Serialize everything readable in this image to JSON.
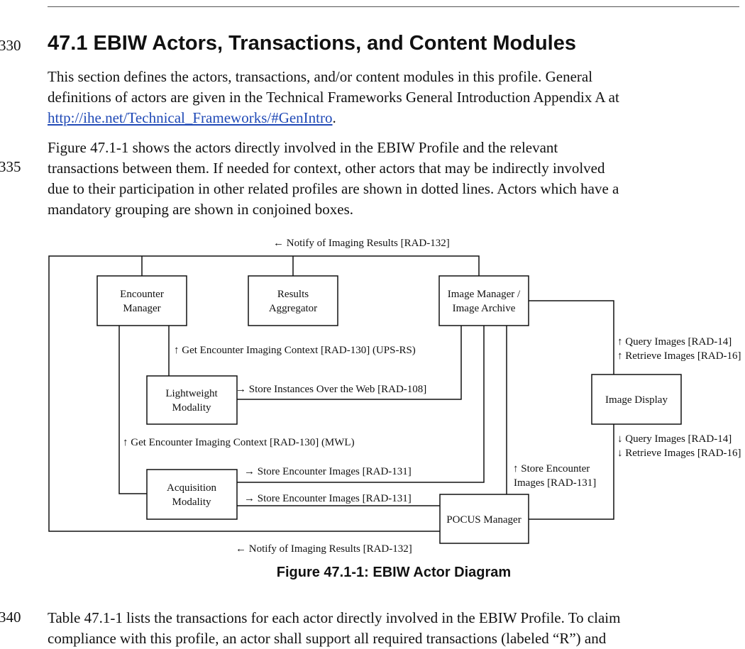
{
  "line_numbers": {
    "n330": "330",
    "n335": "335",
    "n340": "340"
  },
  "heading": "47.1 EBIW Actors, Transactions, and Content Modules",
  "para1": {
    "line1": "This section defines the actors, transactions, and/or content modules in this profile. General",
    "line2": "definitions of actors are given in the Technical Frameworks General Introduction Appendix A at",
    "link": "http://ihe.net/Technical_Frameworks/#GenIntro",
    "after_link": "."
  },
  "para2": {
    "line1": "Figure 47.1-1 shows the actors directly involved in the EBIW Profile and the relevant",
    "line2": "transactions between them. If needed for context, other actors that may be indirectly involved",
    "line3": "due to their participation in other related profiles are shown in dotted lines. Actors which have a",
    "line4": "mandatory grouping are shown in conjoined boxes."
  },
  "diagram": {
    "actors": {
      "encounter_manager": [
        "Encounter",
        "Manager"
      ],
      "results_aggregator": [
        "Results",
        "Aggregator"
      ],
      "image_manager": [
        "Image Manager /",
        "Image Archive"
      ],
      "lightweight_modality": [
        "Lightweight",
        "Modality"
      ],
      "image_display": "Image Display",
      "acquisition_modality": [
        "Acquisition",
        "Modality"
      ],
      "pocus_manager": "POCUS Manager"
    },
    "transactions": {
      "notify_top": "← Notify of Imaging Results [RAD-132]",
      "get_context_upsrs": "↑ Get Encounter Imaging Context [RAD-130] (UPS-RS)",
      "store_instances_web": "→ Store Instances Over the Web [RAD-108]",
      "query_images_up": "↑ Query Images [RAD-14]",
      "retrieve_images_up": "↑ Retrieve Images [RAD-16]",
      "get_context_mwl": "↑ Get Encounter Imaging Context [RAD-130] (MWL)",
      "query_images_down": "↓ Query Images [RAD-14]",
      "retrieve_images_down": "↓ Retrieve Images [RAD-16]",
      "store_encounter_images_1": "→ Store Encounter Images [RAD-131]",
      "store_encounter_images_2": "→ Store Encounter Images [RAD-131]",
      "store_encounter_up": [
        "↑ Store Encounter",
        "Images [RAD-131]"
      ],
      "notify_bottom": "← Notify of Imaging Results [RAD-132]"
    }
  },
  "caption": "Figure 47.1-1: EBIW Actor Diagram",
  "para3": {
    "line1": "Table 47.1-1 lists the transactions for each actor directly involved in the EBIW Profile. To claim",
    "line2": "compliance with this profile, an actor shall support all required transactions (labeled “R”) and"
  }
}
